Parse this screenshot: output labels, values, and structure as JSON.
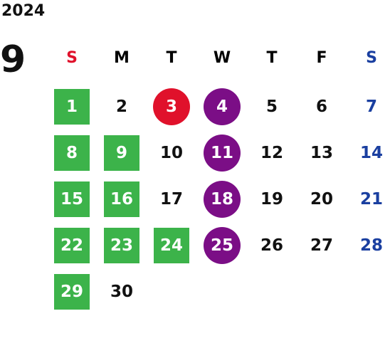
{
  "calendar": {
    "year": "2024",
    "month": "9",
    "weekdays": [
      "S",
      "M",
      "T",
      "W",
      "T",
      "F",
      "S"
    ],
    "start_offset": 0,
    "days": [
      "1",
      "2",
      "3",
      "4",
      "5",
      "6",
      "7",
      "8",
      "9",
      "10",
      "11",
      "12",
      "13",
      "14",
      "15",
      "16",
      "17",
      "18",
      "19",
      "20",
      "21",
      "22",
      "23",
      "24",
      "25",
      "26",
      "27",
      "28",
      "29",
      "30"
    ],
    "green_squares": [
      1,
      8,
      9,
      15,
      16,
      22,
      23,
      24,
      29
    ],
    "purple_circles": [
      4,
      11,
      18,
      25
    ],
    "red_circles": [
      3
    ],
    "colors": {
      "green": "#3cb34a",
      "purple": "#7b0e86",
      "red": "#e0112b",
      "saturday": "#1a3fa0",
      "sunday": "#e0112b"
    }
  }
}
